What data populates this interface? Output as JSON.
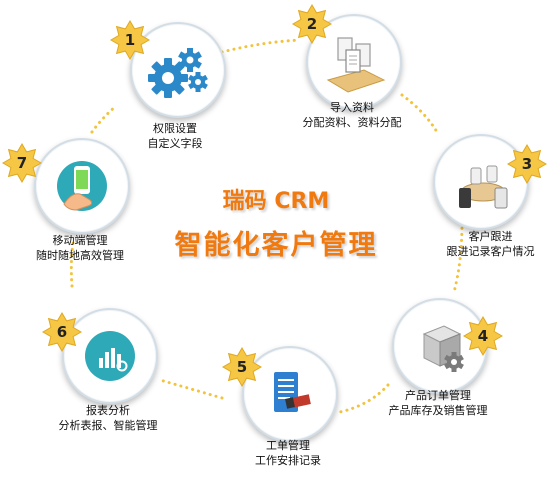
{
  "center": {
    "line1": "瑞码 CRM",
    "line2": "智能化客户管理"
  },
  "colors": {
    "accent": "#f07a10",
    "badge": "#f6c744",
    "dots": "#f2c33b",
    "icon_blue": "#2c89c9"
  },
  "nodes": [
    {
      "number": "1",
      "line1": "权限设置",
      "line2": "自定义字段",
      "icon": "gears-icon"
    },
    {
      "number": "2",
      "line1": "导入资料",
      "line2": "分配资料、资料分配",
      "icon": "import-docs-icon"
    },
    {
      "number": "3",
      "line1": "客户跟进",
      "line2": "跟进记录客户情况",
      "icon": "meeting-icon"
    },
    {
      "number": "4",
      "line1": "产品订单管理",
      "line2": "产品库存及销售管理",
      "icon": "box-gear-icon"
    },
    {
      "number": "5",
      "line1": "工单管理",
      "line2": "工作安排记录",
      "icon": "work-order-icon"
    },
    {
      "number": "6",
      "line1": "报表分析",
      "line2": "分析表报、智能管理",
      "icon": "report-chart-icon"
    },
    {
      "number": "7",
      "line1": "移动端管理",
      "line2": "随时随地高效管理",
      "icon": "mobile-icon"
    }
  ]
}
